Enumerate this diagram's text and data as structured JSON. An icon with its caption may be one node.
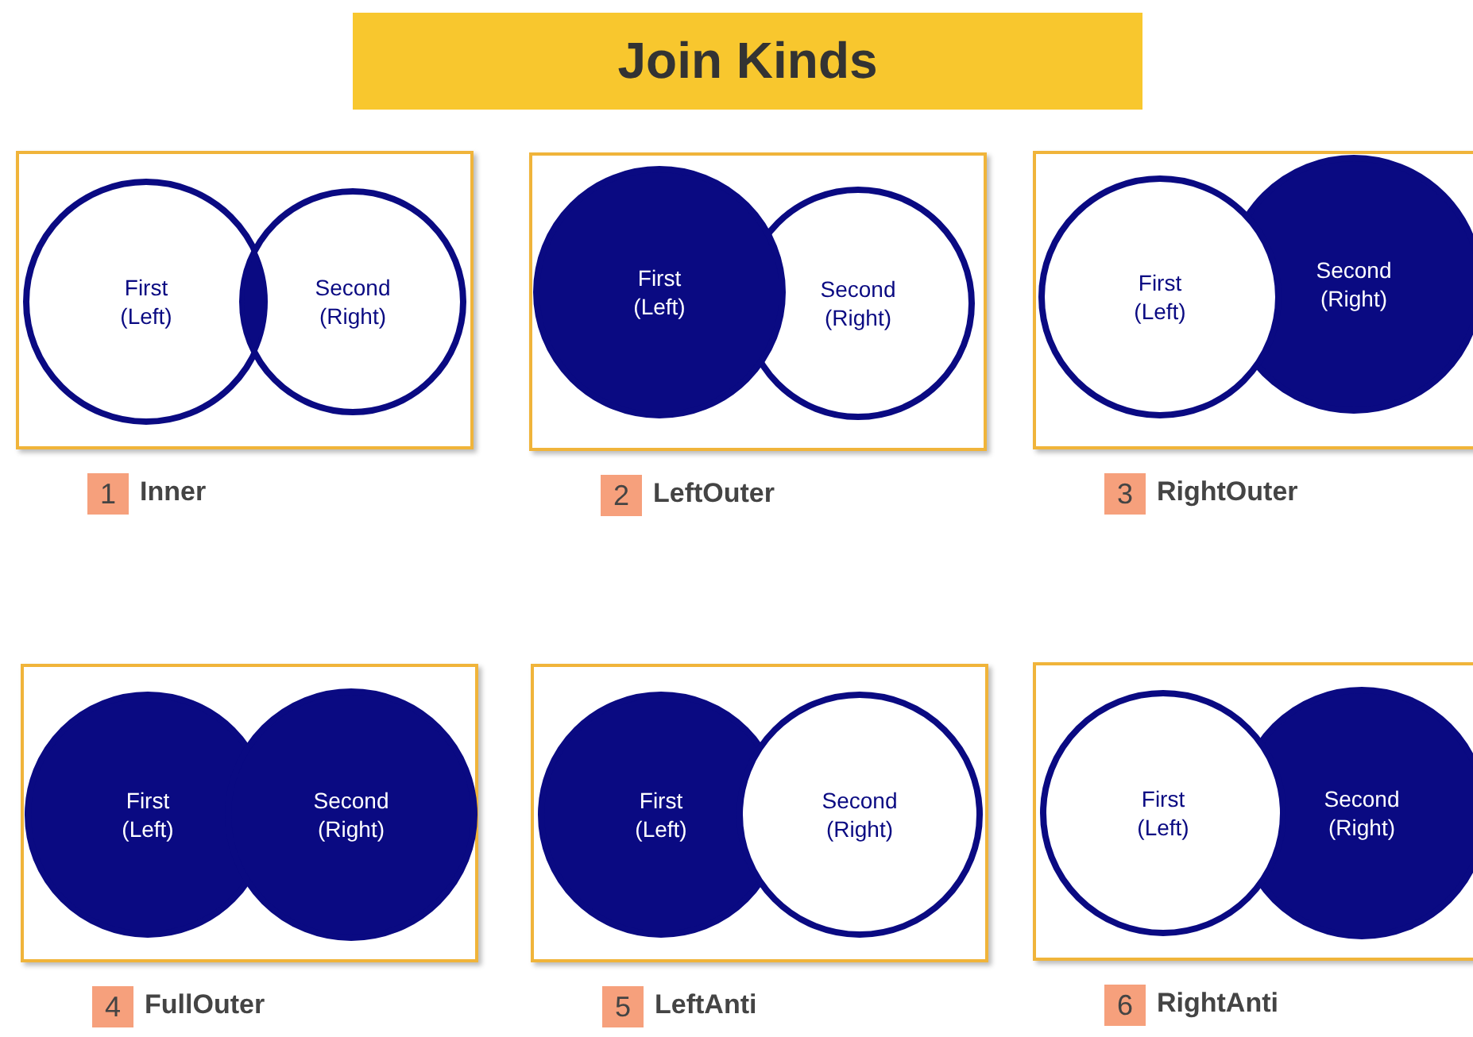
{
  "diagram": {
    "title": "Join Kinds",
    "nodes": [
      {
        "text": [],
        "shape": "box",
        "beside": [
          "1",
          "Inner"
        ]
      },
      {
        "text": [
          "First (Left)"
        ],
        "in": 0
      },
      {
        "text": [
          "Second (Right)"
        ],
        "in": 0
      },
      {
        "text": [],
        "shape": "box",
        "beside": [
          "2",
          "LeftOuter"
        ]
      },
      {
        "text": [
          "First (Left)"
        ],
        "in": 3
      },
      {
        "text": [
          "Second (Right)"
        ],
        "in": 3
      },
      {
        "text": [],
        "shape": "box",
        "beside": [
          "3",
          "RightOuter"
        ]
      },
      {
        "text": [
          "First (Left)"
        ],
        "in": 6
      },
      {
        "text": [
          "Second (Right)"
        ],
        "in": 6
      },
      {
        "text": [],
        "shape": "box",
        "beside": [
          "4",
          "FullOuter"
        ]
      },
      {
        "text": [
          "First (Left)"
        ],
        "in": 9
      },
      {
        "text": [
          "Second (Right)"
        ],
        "in": 9
      },
      {
        "text": [],
        "shape": "box",
        "beside": [
          "5",
          "LeftAnti"
        ]
      },
      {
        "text": [
          "First (Left)"
        ],
        "in": 12
      },
      {
        "text": [
          "Second (Right)"
        ],
        "in": 12
      },
      {
        "text": [],
        "shape": "box",
        "beside": [
          "6",
          "RightAnti"
        ]
      },
      {
        "text": [
          "First (Left)"
        ],
        "in": 15
      },
      {
        "text": [
          "Second (Right)"
        ],
        "in": 15
      }
    ],
    "edges": []
  }
}
